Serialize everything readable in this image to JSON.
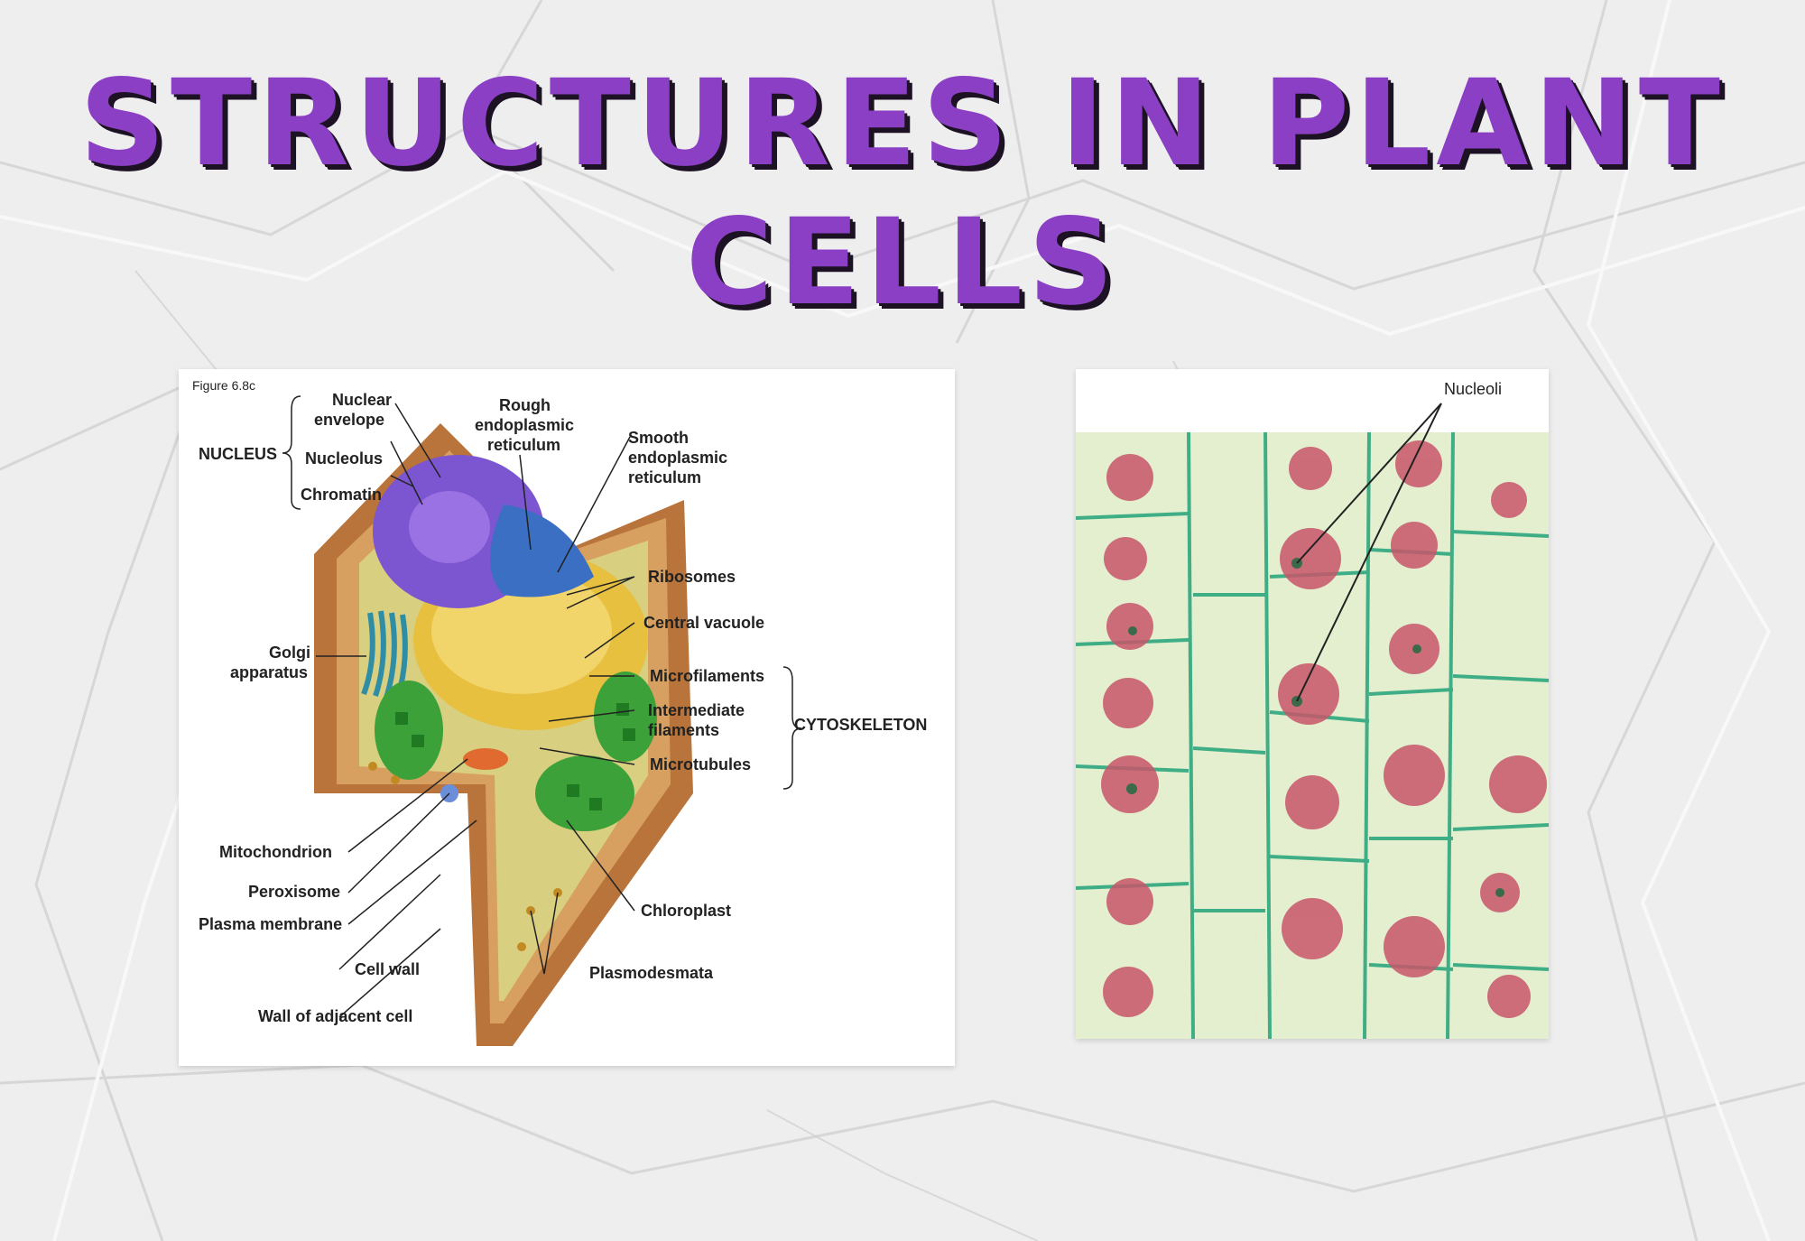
{
  "slide": {
    "title": "STRUCTURES IN PLANT CELLS"
  },
  "diagram": {
    "figure_label": "Figure 6.8c",
    "labels": {
      "nucleus": "NUCLEUS",
      "nuclear_envelope_1": "Nuclear",
      "nuclear_envelope_2": "envelope",
      "nucleolus": "Nucleolus",
      "chromatin": "Chromatin",
      "rough_er_1": "Rough",
      "rough_er_2": "endoplasmic",
      "rough_er_3": "reticulum",
      "smooth_er_1": "Smooth",
      "smooth_er_2": "endoplasmic",
      "smooth_er_3": "reticulum",
      "ribosomes": "Ribosomes",
      "central_vacuole": "Central vacuole",
      "golgi_1": "Golgi",
      "golgi_2": "apparatus",
      "microfilaments": "Microfilaments",
      "intermediate_1": "Intermediate",
      "intermediate_2": "filaments",
      "microtubules": "Microtubules",
      "cytoskeleton": "CYTOSKELETON",
      "mitochondrion": "Mitochondrion",
      "peroxisome": "Peroxisome",
      "plasma_membrane": "Plasma membrane",
      "cell_wall": "Cell wall",
      "wall_adjacent": "Wall of adjacent cell",
      "chloroplast": "Chloroplast",
      "plasmodesmata": "Plasmodesmata"
    }
  },
  "micrograph": {
    "label": "Nucleoli"
  }
}
